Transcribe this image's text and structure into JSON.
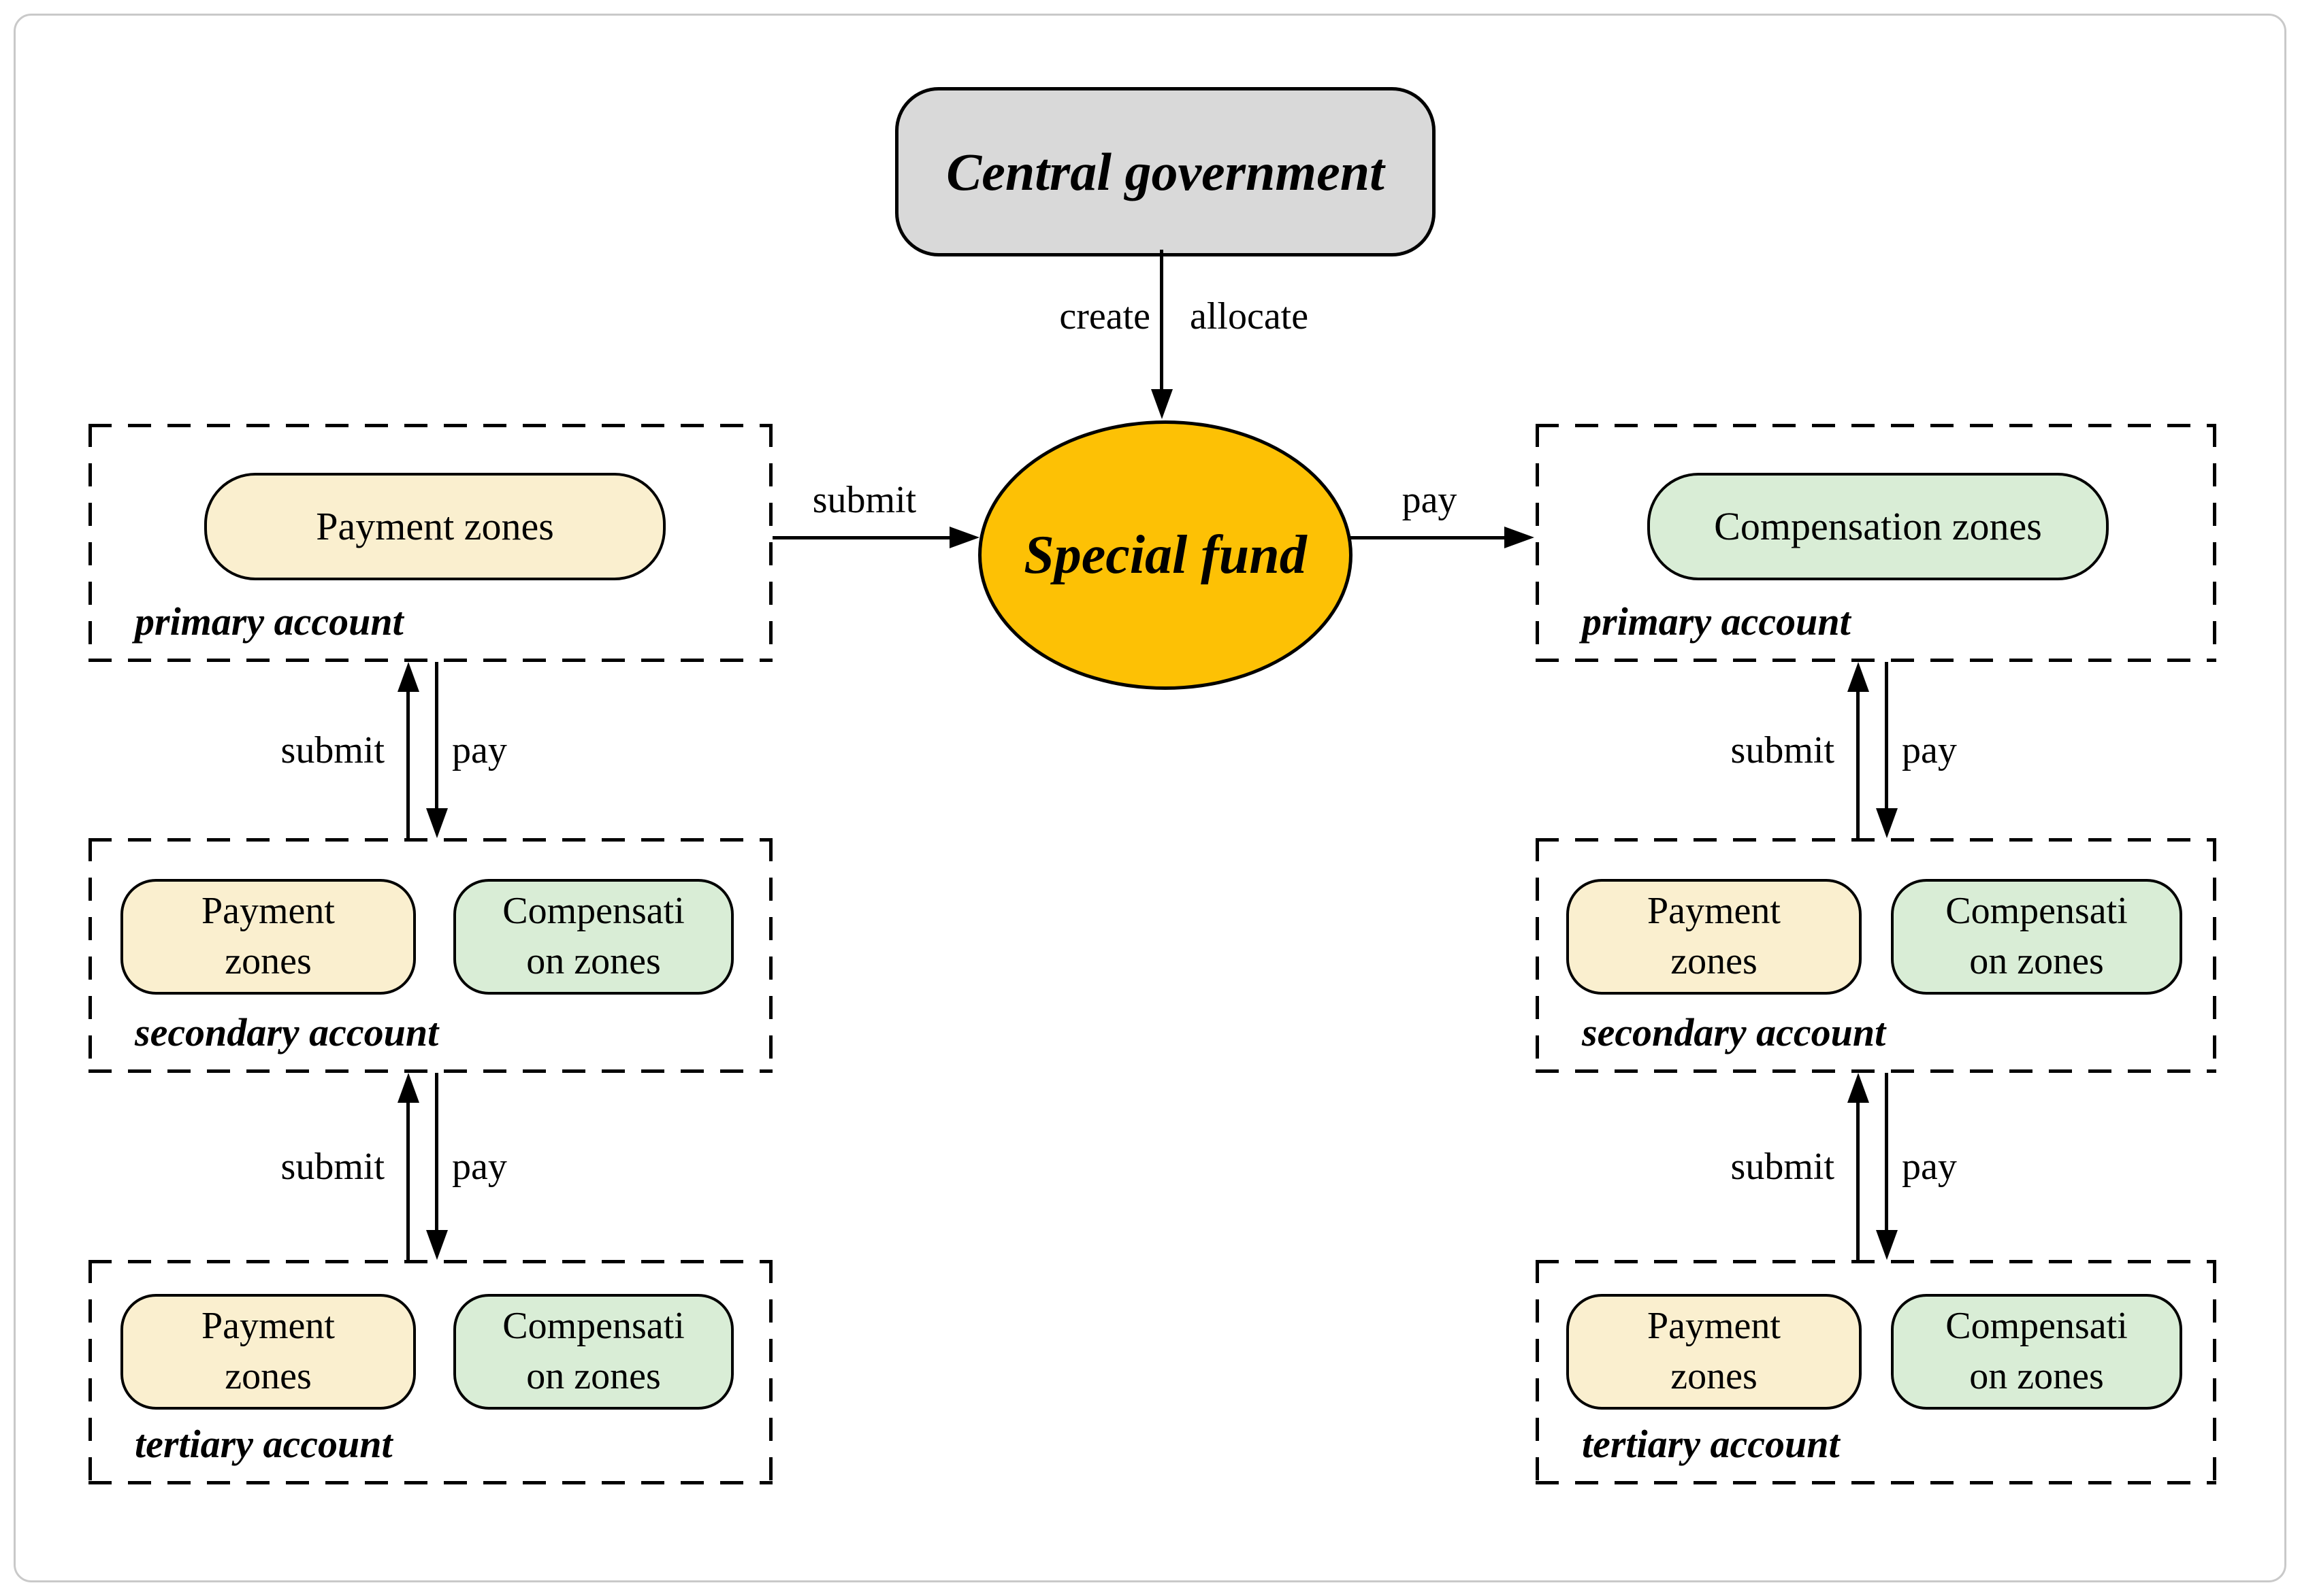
{
  "nodes": {
    "central_government": "Central government",
    "special_fund": "Special fund",
    "payment_zones": "Payment zones",
    "compensation_zones": "Compensation zones",
    "payment_zones_line1": "Payment",
    "payment_zones_line2": "zones",
    "compensation_zones_line1": "Compensati",
    "compensation_zones_line2": "on zones"
  },
  "edge_labels": {
    "create": "create",
    "allocate": "allocate",
    "submit": "submit",
    "pay": "pay"
  },
  "account_labels": {
    "primary": "primary account",
    "secondary": "secondary account",
    "tertiary": "tertiary account"
  },
  "colors": {
    "government_fill": "#D9D9D9",
    "fund_fill": "#FDC105",
    "payment_fill": "#FAEFCF",
    "compensation_fill": "#D9EDD6",
    "line": "#000000",
    "frame_border": "#C9C9C9",
    "background": "#FFFFFF"
  }
}
